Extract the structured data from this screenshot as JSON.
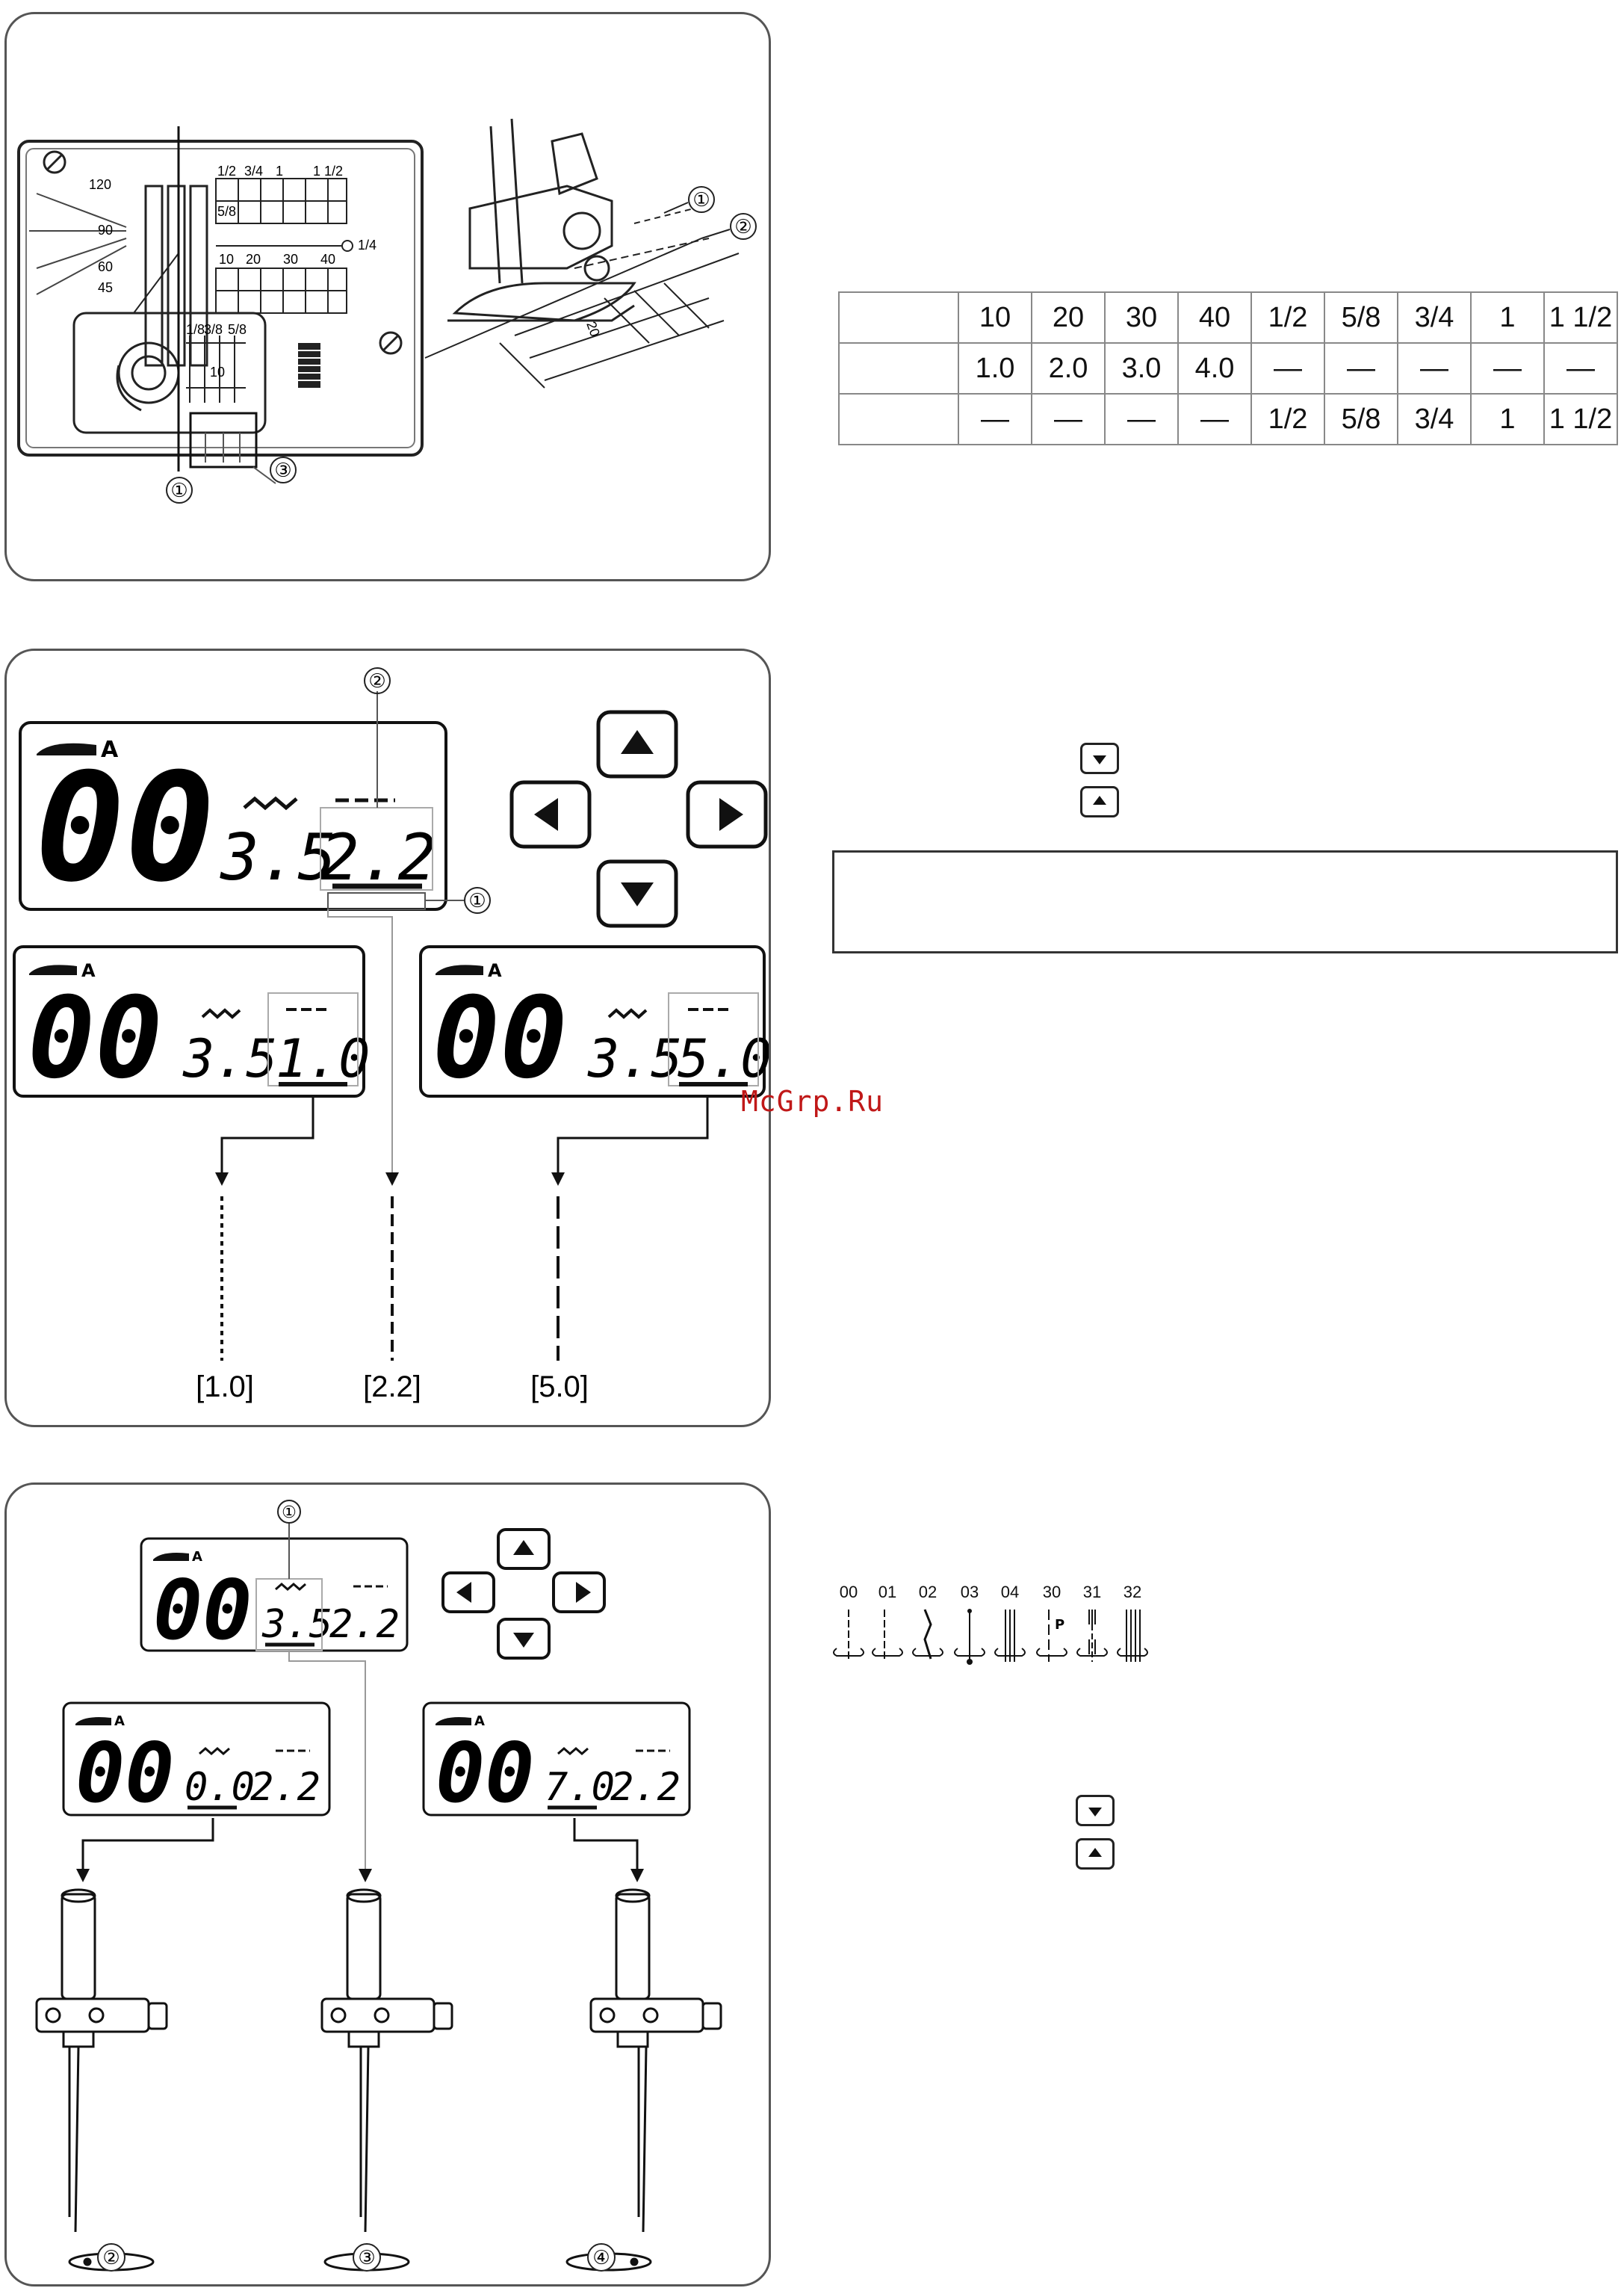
{
  "panel1": {
    "callouts": [
      "①",
      "②",
      "③"
    ],
    "plate_labels": {
      "angle_120": "120",
      "angle_90": "90",
      "angle_60": "60",
      "angle_45": "45",
      "inch_half": "1/2",
      "inch_3_4": "3/4",
      "inch_1": "1",
      "inch_1_half": "1 1/2",
      "inch_5_8": "5/8",
      "inch_1_4": "1/4",
      "mm_10": "10",
      "mm_20": "20",
      "mm_30": "30",
      "mm_40": "40",
      "inch_1_8": "1/8",
      "inch_3_8": "3/8",
      "inch_5_8b": "5/8",
      "mm_10b": "10",
      "foot_20": "20"
    }
  },
  "table": {
    "header_row": [
      "10",
      "20",
      "30",
      "40",
      "1/2",
      "5/8",
      "3/4",
      "1",
      "1 1/2"
    ],
    "row_cm": [
      "1.0",
      "2.0",
      "3.0",
      "4.0",
      "—",
      "—",
      "—",
      "—",
      "—"
    ],
    "row_inch": [
      "—",
      "—",
      "—",
      "—",
      "1/2",
      "5/8",
      "3/4",
      "1",
      "1 1/2"
    ]
  },
  "panel2": {
    "main_display": {
      "mode": "A",
      "pattern": "00",
      "width": "3.5",
      "length": "2.2"
    },
    "left_display": {
      "mode": "A",
      "pattern": "00",
      "width": "3.5",
      "length": "1.0"
    },
    "right_display": {
      "mode": "A",
      "pattern": "00",
      "width": "3.5",
      "length": "5.0"
    },
    "callout_1": "①",
    "callout_2": "②",
    "stitch_labels": [
      "[1.0]",
      "[2.2]",
      "[5.0]"
    ]
  },
  "panel3": {
    "main_display": {
      "mode": "A",
      "pattern": "00",
      "width": "3.5",
      "length": "2.2"
    },
    "left_display": {
      "mode": "A",
      "pattern": "00",
      "width": "0.0",
      "length": "2.2"
    },
    "right_display": {
      "mode": "A",
      "pattern": "00",
      "width": "7.0",
      "length": "2.2"
    },
    "callout_1": "①",
    "needle_callouts": [
      "②",
      "③",
      "④"
    ]
  },
  "patterns": [
    "00",
    "01",
    "02",
    "03",
    "04",
    "30",
    "31",
    "32"
  ],
  "pattern_30_mark": "P",
  "watermark": "McGrp.Ru",
  "colors": {
    "watermark": "#c01818",
    "line": "#111111",
    "frame": "#555555"
  }
}
